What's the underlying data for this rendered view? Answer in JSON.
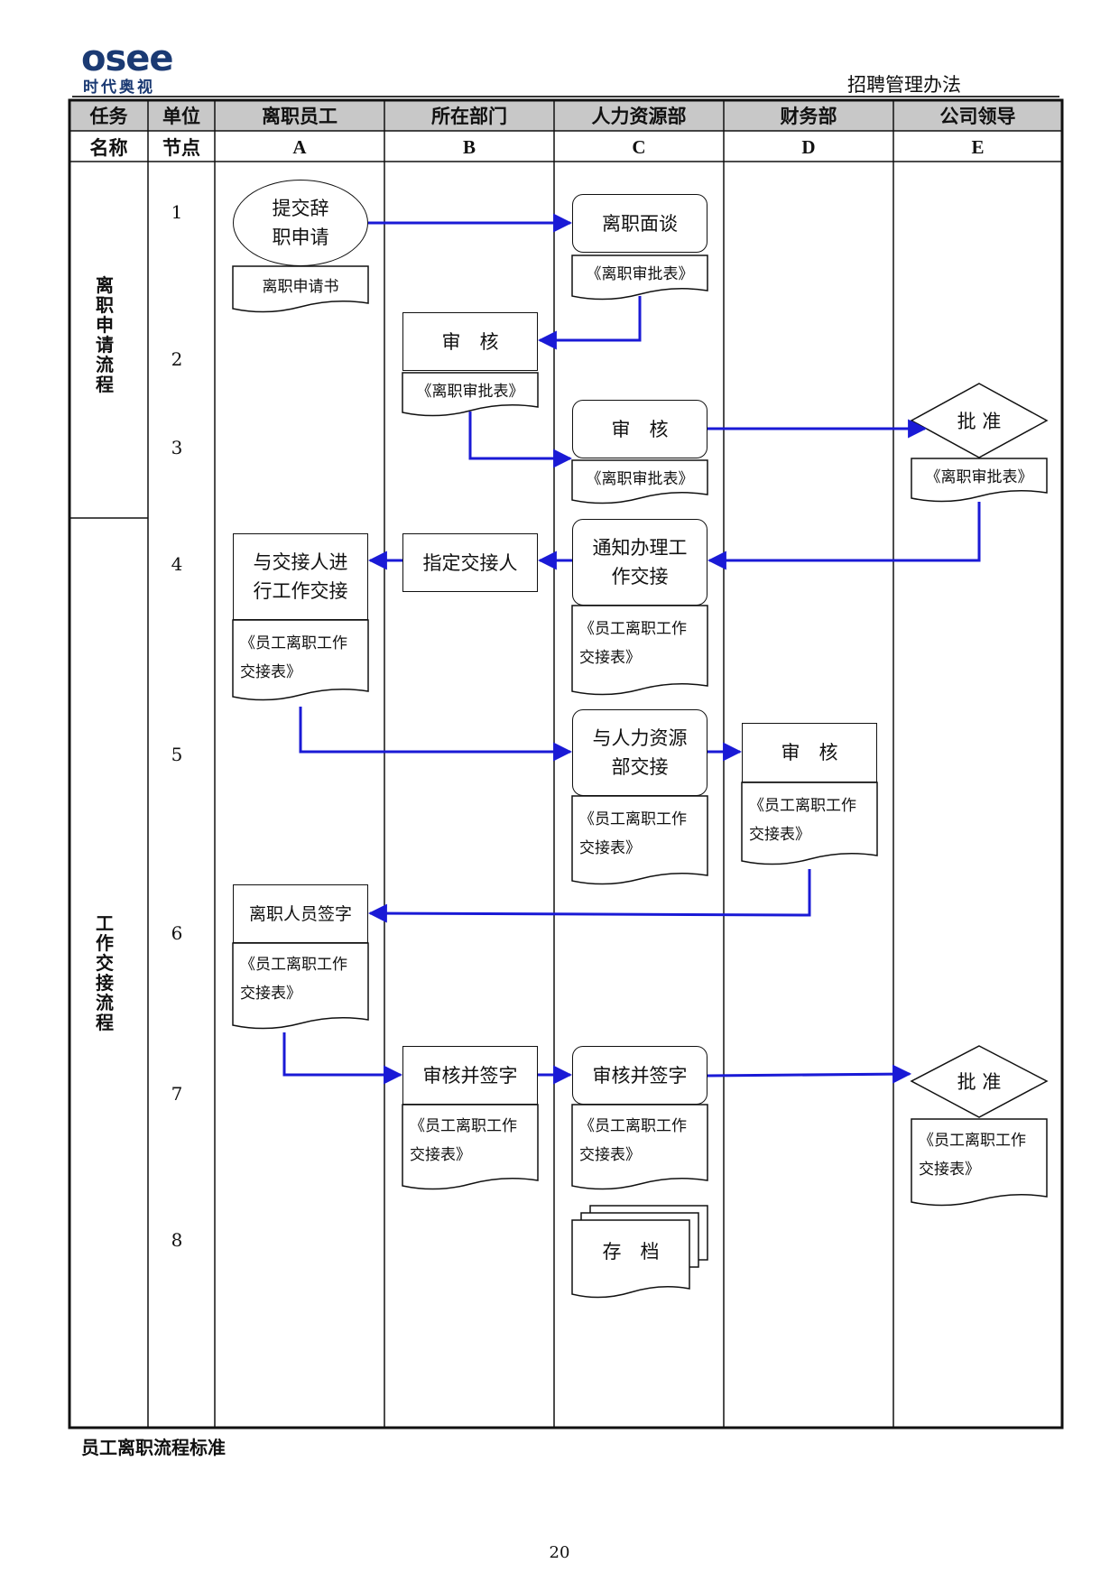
{
  "header": {
    "logo_top": "osee",
    "logo_bottom": "时代奥视",
    "doc_title": "招聘管理办法"
  },
  "table": {
    "header_row1": [
      "任务",
      "单位",
      "离职员工",
      "所在部门",
      "人力资源部",
      "财务部",
      "公司领导"
    ],
    "header_row2": [
      "名称",
      "节点",
      "A",
      "B",
      "C",
      "D",
      "E"
    ]
  },
  "phases": [
    "离职申请流程",
    "工作交接流程"
  ],
  "nodes": [
    "1",
    "2",
    "3",
    "4",
    "5",
    "6",
    "7",
    "8"
  ],
  "shapes": {
    "a1_submit": "提交辞职申请",
    "c1_interview": "离职面谈",
    "b2_review": "审　核",
    "c3_review": "审　核",
    "e3_approve": "批 准",
    "a4_handover": "与交接人进行工作交接",
    "b4_assign": "指定交接人",
    "c4_notify": "通知办理工作交接",
    "c5_hr_handover": "与人力资源部交接",
    "d5_review": "审　核",
    "a6_sign": "离职人员签字",
    "b7_review_sign": "审核并签字",
    "c7_review_sign": "审核并签字",
    "e7_approve": "批 准",
    "c8_archive": "存　档"
  },
  "docs": {
    "a1_doc": "离职申请书",
    "c1_doc": "《离职审批表》",
    "b2_doc": "《离职审批表》",
    "c3_doc": "《离职审批表》",
    "e3_doc": "《离职审批表》",
    "a4_doc": "《员工离职工作交接表》",
    "c4_doc": "《员工离职工作交接表》",
    "c5_doc": "《员工离职工作交接表》",
    "d5_doc": "《员工离职工作交接表》",
    "a6_doc": "《员工离职工作交接表》",
    "b7_doc": "《员工离职工作交接表》",
    "c7_doc": "《员工离职工作交接表》",
    "e7_doc": "《员工离职工作交接表》"
  },
  "caption": "员工离职流程标准",
  "page_number": "20",
  "colors": {
    "arrow": "#1a1ad6",
    "header_bg": "#c8c8c8",
    "line": "#111111"
  }
}
